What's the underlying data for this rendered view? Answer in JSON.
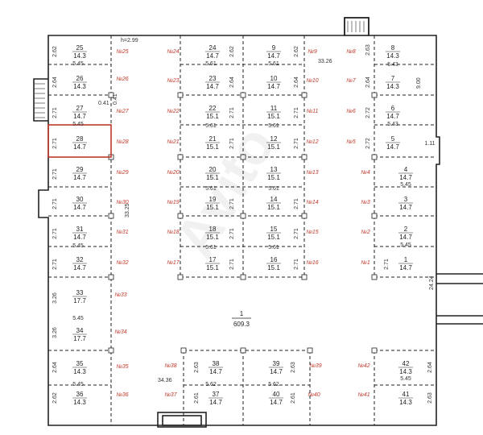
{
  "plan": {
    "height_note": "h=2.99",
    "main_hall": {
      "id": "1",
      "area": "609.3"
    },
    "side_dimensions": [
      "33.26",
      "33.25",
      "24.24",
      "34.36",
      "9.00",
      "0.41",
      "0.41"
    ],
    "watermark": "Avito",
    "colors": {
      "line": "#222222",
      "red": "#c0392b",
      "highlight": "#c0392b"
    },
    "rooms": [
      {
        "id": "25",
        "area": "14.3",
        "mark": "№25"
      },
      {
        "id": "26",
        "area": "14.3",
        "mark": "№26"
      },
      {
        "id": "27",
        "area": "14.7",
        "mark": "№27"
      },
      {
        "id": "28",
        "area": "14.7",
        "mark": "№28",
        "selected": true
      },
      {
        "id": "29",
        "area": "14.7",
        "mark": "№29"
      },
      {
        "id": "30",
        "area": "14.7",
        "mark": "№30"
      },
      {
        "id": "31",
        "area": "14.7",
        "mark": "№31"
      },
      {
        "id": "32",
        "area": "14.7",
        "mark": "№32"
      },
      {
        "id": "33",
        "area": "17.7",
        "mark": "№33"
      },
      {
        "id": "34",
        "area": "17.7",
        "mark": "№34"
      },
      {
        "id": "35",
        "area": "14.3",
        "mark": "№35"
      },
      {
        "id": "36",
        "area": "14.3",
        "mark": "№36"
      },
      {
        "id": "24",
        "area": "14.7",
        "mark": "№24"
      },
      {
        "id": "23",
        "area": "14.7",
        "mark": "№23"
      },
      {
        "id": "22",
        "area": "15.1",
        "mark": "№22"
      },
      {
        "id": "21",
        "area": "15.1",
        "mark": "№21"
      },
      {
        "id": "20",
        "area": "15.1",
        "mark": "№20"
      },
      {
        "id": "19",
        "area": "15.1",
        "mark": "№19"
      },
      {
        "id": "18",
        "area": "15.1",
        "mark": "№18"
      },
      {
        "id": "17",
        "area": "15.1",
        "mark": "№17"
      },
      {
        "id": "9",
        "area": "14.7",
        "mark": "№9"
      },
      {
        "id": "10",
        "area": "14.7",
        "mark": "№10"
      },
      {
        "id": "11",
        "area": "15.1",
        "mark": "№11"
      },
      {
        "id": "12",
        "area": "15.1",
        "mark": "№12"
      },
      {
        "id": "13",
        "area": "15.1",
        "mark": "№13"
      },
      {
        "id": "14",
        "area": "15.1",
        "mark": "№14"
      },
      {
        "id": "15",
        "area": "15.1",
        "mark": "№15"
      },
      {
        "id": "16",
        "area": "15.1",
        "mark": "№16"
      },
      {
        "id": "8",
        "area": "14.3",
        "mark": "№8"
      },
      {
        "id": "7",
        "area": "14.3",
        "mark": "№7"
      },
      {
        "id": "6",
        "area": "14.7",
        "mark": "№6"
      },
      {
        "id": "5",
        "area": "14.7",
        "mark": "№5"
      },
      {
        "id": "4",
        "area": "14.7",
        "mark": "№4"
      },
      {
        "id": "3",
        "area": "14.7",
        "mark": "№3"
      },
      {
        "id": "2",
        "area": "14.7",
        "mark": "№2"
      },
      {
        "id": "1",
        "area": "14.7",
        "mark": "№1"
      },
      {
        "id": "38",
        "area": "14.7",
        "mark": "№38"
      },
      {
        "id": "37",
        "area": "14.7",
        "mark": "№37"
      },
      {
        "id": "39",
        "area": "14.7",
        "mark": "№39"
      },
      {
        "id": "40",
        "area": "14.7",
        "mark": "№40"
      },
      {
        "id": "42",
        "area": "14.3",
        "mark": "№42"
      },
      {
        "id": "41",
        "area": "14.3",
        "mark": "№41"
      }
    ],
    "dims": [
      "2.62",
      "5.45",
      "2.64",
      "2.71",
      "5.45",
      "2.71",
      "2.71",
      "2.71",
      "5.45",
      "2.71",
      "2.71",
      "3.26",
      "5.45",
      "3.26",
      "2.64",
      "5.45",
      "2.62",
      "2.62",
      "5.61",
      "2.64",
      "2.71",
      "5.61",
      "2.71",
      "5.61",
      "2.71",
      "2.71",
      "5.61",
      "2.71",
      "2.62",
      "5.61",
      "2.64",
      "2.71",
      "5.61",
      "2.71",
      "5.61",
      "2.71",
      "2.71",
      "5.61",
      "2.71",
      "2.63",
      "5.43",
      "2.64",
      "2.72",
      "5.43",
      "2.72",
      "5.45",
      "5.45",
      "2.71",
      "2.63",
      "5.62",
      "2.61",
      "2.63",
      "5.62",
      "2.61",
      "2.64",
      "5.45",
      "2.63",
      "1.11"
    ]
  }
}
